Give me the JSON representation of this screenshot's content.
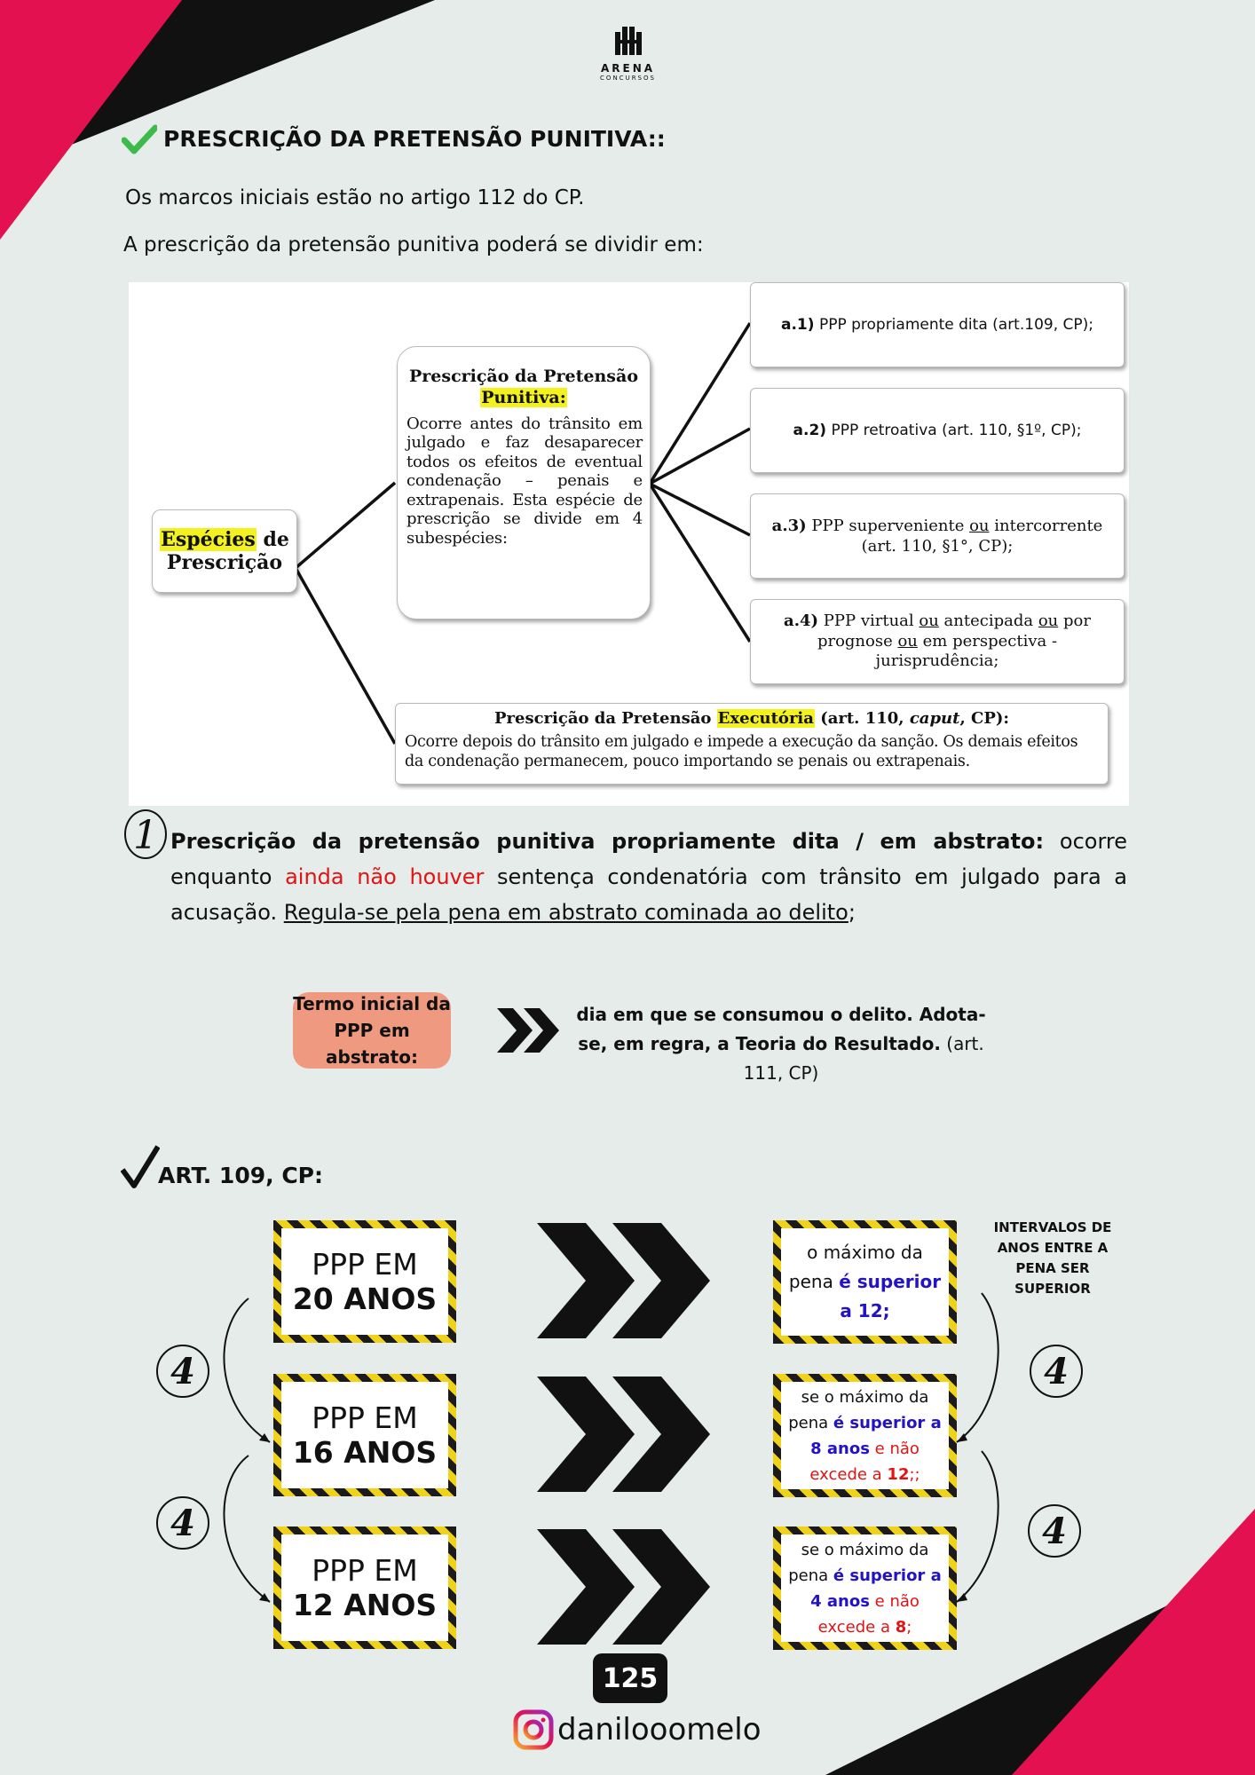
{
  "brand": {
    "name": "ARENA",
    "tagline": "CONCURSOS"
  },
  "heading": "PRESCRIÇÃO DA PRETENSÃO PUNITIVA::",
  "intro": [
    "Os marcos iniciais estão no artigo 112 do CP.",
    "A prescrição da pretensão punitiva poderá se dividir em:"
  ],
  "diagram": {
    "root": {
      "highlight": "Espécies",
      "rest": " de",
      "line2": "Prescrição"
    },
    "ppp": {
      "title_a": "Prescrição da Pretensão",
      "title_b": "Punitiva:",
      "body": "Ocorre antes do trânsito em julgado e faz desaparecer todos os efeitos de eventual condenação – penais e extrapenais. Esta espécie de prescrição se divide em 4 subespécies:"
    },
    "subs": {
      "a1": {
        "code": "a.1)",
        "text": "PPP propriamente dita (art.109, CP);"
      },
      "a2": {
        "code": "a.2)",
        "text": "PPP retroativa (art. 110, §1º, CP);"
      },
      "a3": {
        "code": "a.3)",
        "t1": "PPP superveniente ",
        "ou": "ou",
        "t2": " intercorrente",
        "line2": "(art. 110, §1°, CP);"
      },
      "a4": {
        "code": "a.4)",
        "t1": "PPP virtual ",
        "ou": "ou",
        "t2": " antecipada ",
        "t3": " por",
        "l2a": "prognose ",
        "l2b": " em perspectiva -",
        "line3": "jurisprudência;"
      }
    },
    "exec": {
      "t1": "Prescrição da Pretensão ",
      "highlight": "Executória",
      "t2": " (art. 110, ",
      "caput": "caput",
      "t3": ", CP):",
      "body": "Ocorre depois do trânsito em julgado e impede a execução da sanção. Os demais efeitos da condenação permanecem, pouco importando se penais ou extrapenais."
    }
  },
  "item1": {
    "number": "1",
    "bold": "Prescrição da pretensão punitiva propriamente dita / em abstrato:",
    "t1": " ocorre enquanto ",
    "red": "ainda não houver",
    "t2": " sentença condenatória com trânsito em julgado para a acusação. ",
    "underline": "Regula-se pela pena em abstrato cominada ao delito",
    "t3": ";"
  },
  "termo": {
    "label": "Termo inicial da PPP em abstrato:",
    "bold": "dia em que se consumou o delito. Adota-se, em regra, a Teoria do Resultado.",
    "tail": " (art. 111, CP)"
  },
  "art109": {
    "heading": "ART. 109, CP:",
    "note": "INTERVALOS DE ANOS ENTRE A PENA SER SUPERIOR",
    "interval": "4",
    "rows": [
      {
        "top": "PPP EM",
        "years": "20 ANOS",
        "c1": "o máximo da",
        "c2": "pena ",
        "c3": "é superior",
        "c4": "a 12;"
      },
      {
        "top": "PPP EM",
        "years": "16 ANOS",
        "c1": "se o máximo da",
        "c2": "pena ",
        "c3": "é superior a",
        "c4": "8 anos",
        "c5": " e não",
        "c6": "excede a ",
        "c7": "12",
        "c8": ";;"
      },
      {
        "top": "PPP EM",
        "years": "12 ANOS",
        "c1": "se o máximo da",
        "c2": "pena ",
        "c3": "é superior a",
        "c4": "4 anos",
        "c5": " e não",
        "c6": "excede a ",
        "c7": "8",
        "c8": ";"
      }
    ]
  },
  "footer": {
    "page": "125",
    "handle": "danilooomelo"
  },
  "colors": {
    "accent_red": "#e3114f",
    "dark": "#111111",
    "bg": "#e6ecea",
    "salmon": "#ef9a80",
    "hazard_yellow": "#f1d21a"
  }
}
